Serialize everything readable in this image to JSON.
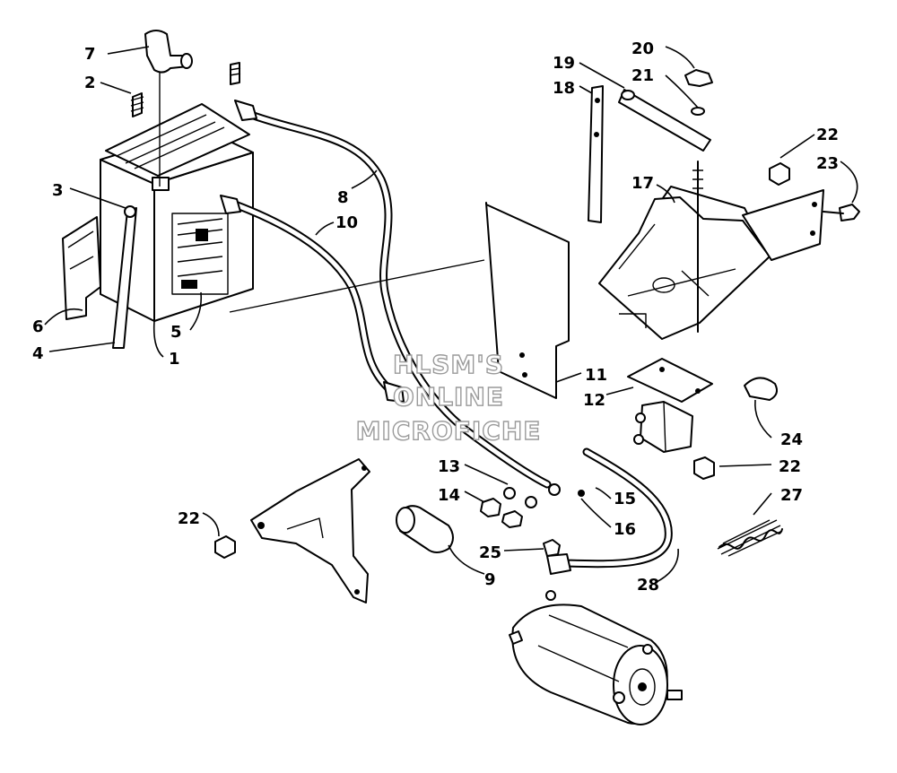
{
  "watermark": [
    "HLSM'S",
    "ONLINE",
    "MICROFICHE"
  ],
  "callouts": [
    "1",
    "2",
    "3",
    "4",
    "5",
    "6",
    "7",
    "8",
    "9",
    "10",
    "11",
    "12",
    "13",
    "14",
    "15",
    "16",
    "17",
    "18",
    "19",
    "20",
    "21",
    "22",
    "22",
    "22",
    "23",
    "24",
    "25",
    "27",
    "28"
  ]
}
